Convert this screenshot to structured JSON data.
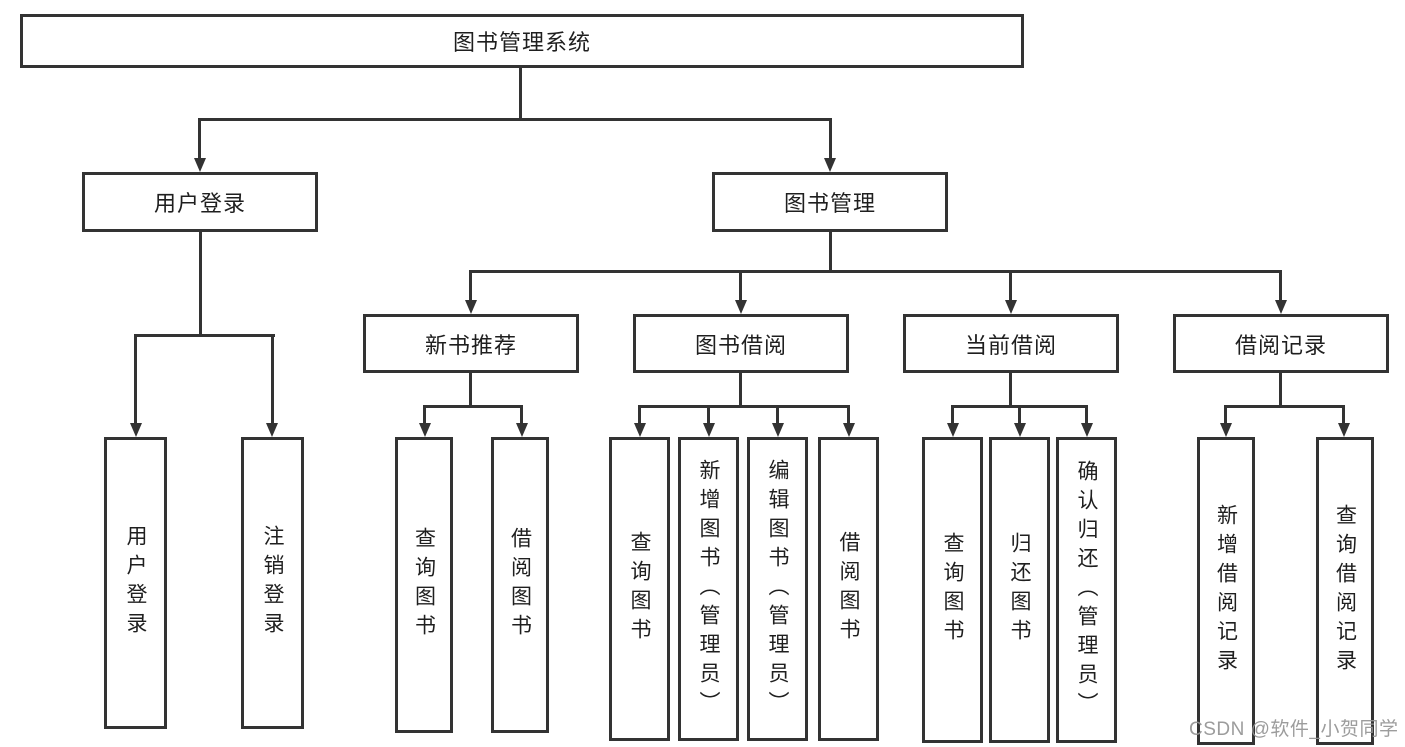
{
  "tree": {
    "root": {
      "label": "图书管理系统"
    },
    "children": [
      {
        "label": "用户登录",
        "children": [
          {
            "label": "用户登录"
          },
          {
            "label": "注销登录"
          }
        ]
      },
      {
        "label": "图书管理",
        "children": [
          {
            "label": "新书推荐",
            "children": [
              {
                "label": "查询图书"
              },
              {
                "label": "借阅图书"
              }
            ]
          },
          {
            "label": "图书借阅",
            "children": [
              {
                "label": "查询图书"
              },
              {
                "label": "新增图书（管理员）"
              },
              {
                "label": "编辑图书（管理员）"
              },
              {
                "label": "借阅图书"
              }
            ]
          },
          {
            "label": "当前借阅",
            "children": [
              {
                "label": "查询图书"
              },
              {
                "label": "归还图书"
              },
              {
                "label": "确认归还（管理员）"
              }
            ]
          },
          {
            "label": "借阅记录",
            "children": [
              {
                "label": "新增借阅记录"
              },
              {
                "label": "查询借阅记录"
              }
            ]
          }
        ]
      }
    ]
  },
  "watermark": {
    "text": "CSDN @软件_小贺同学"
  },
  "colors": {
    "line": "#333333",
    "text": "#1f1f1f",
    "background": "#ffffff",
    "watermark": "#949494"
  }
}
